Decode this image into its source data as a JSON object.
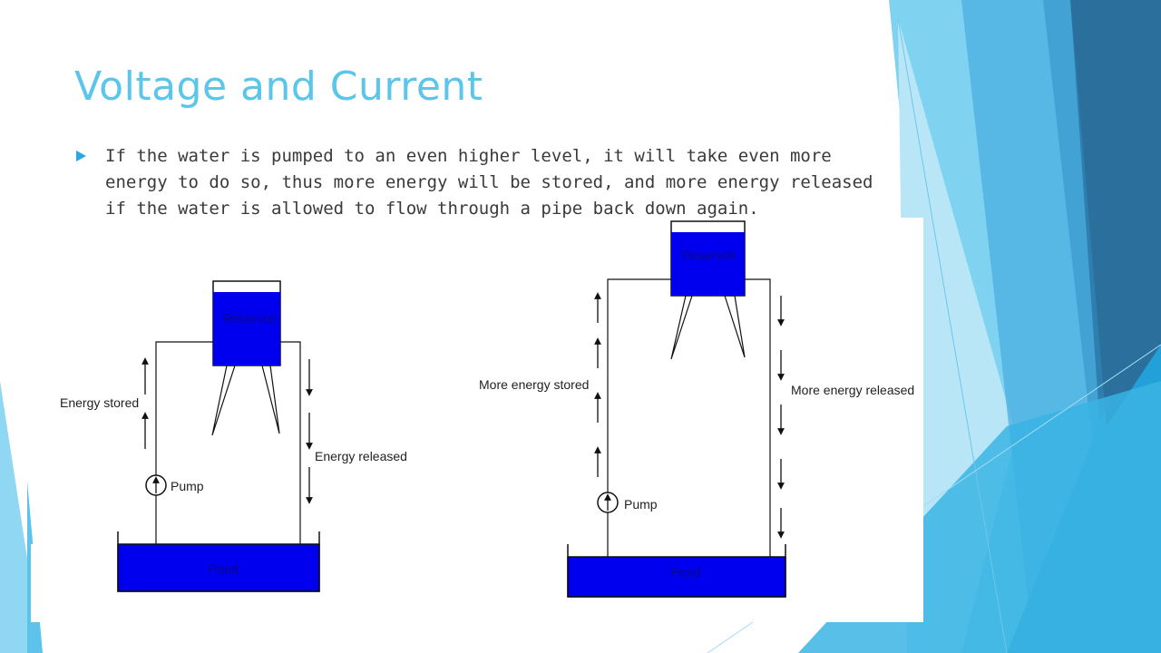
{
  "slide": {
    "title": "Voltage and Current",
    "bullet": "If the water is pumped to an even higher level, it will take even more energy to do so, thus more energy will be stored, and more energy released if the water is allowed to flow through a pipe back down again."
  },
  "diagrams": [
    {
      "reservoir": "Reservoir",
      "pond": "Pond",
      "pump": "Pump",
      "up_label": "Energy stored",
      "down_label": "Energy released"
    },
    {
      "reservoir": "Reservoir",
      "pond": "Pond",
      "pump": "Pump",
      "up_label": "More energy stored",
      "down_label": "More energy released"
    }
  ],
  "colors": {
    "title": "#5bc6ea",
    "water": "#0000ee",
    "bullet_marker": "#2aa8de"
  }
}
